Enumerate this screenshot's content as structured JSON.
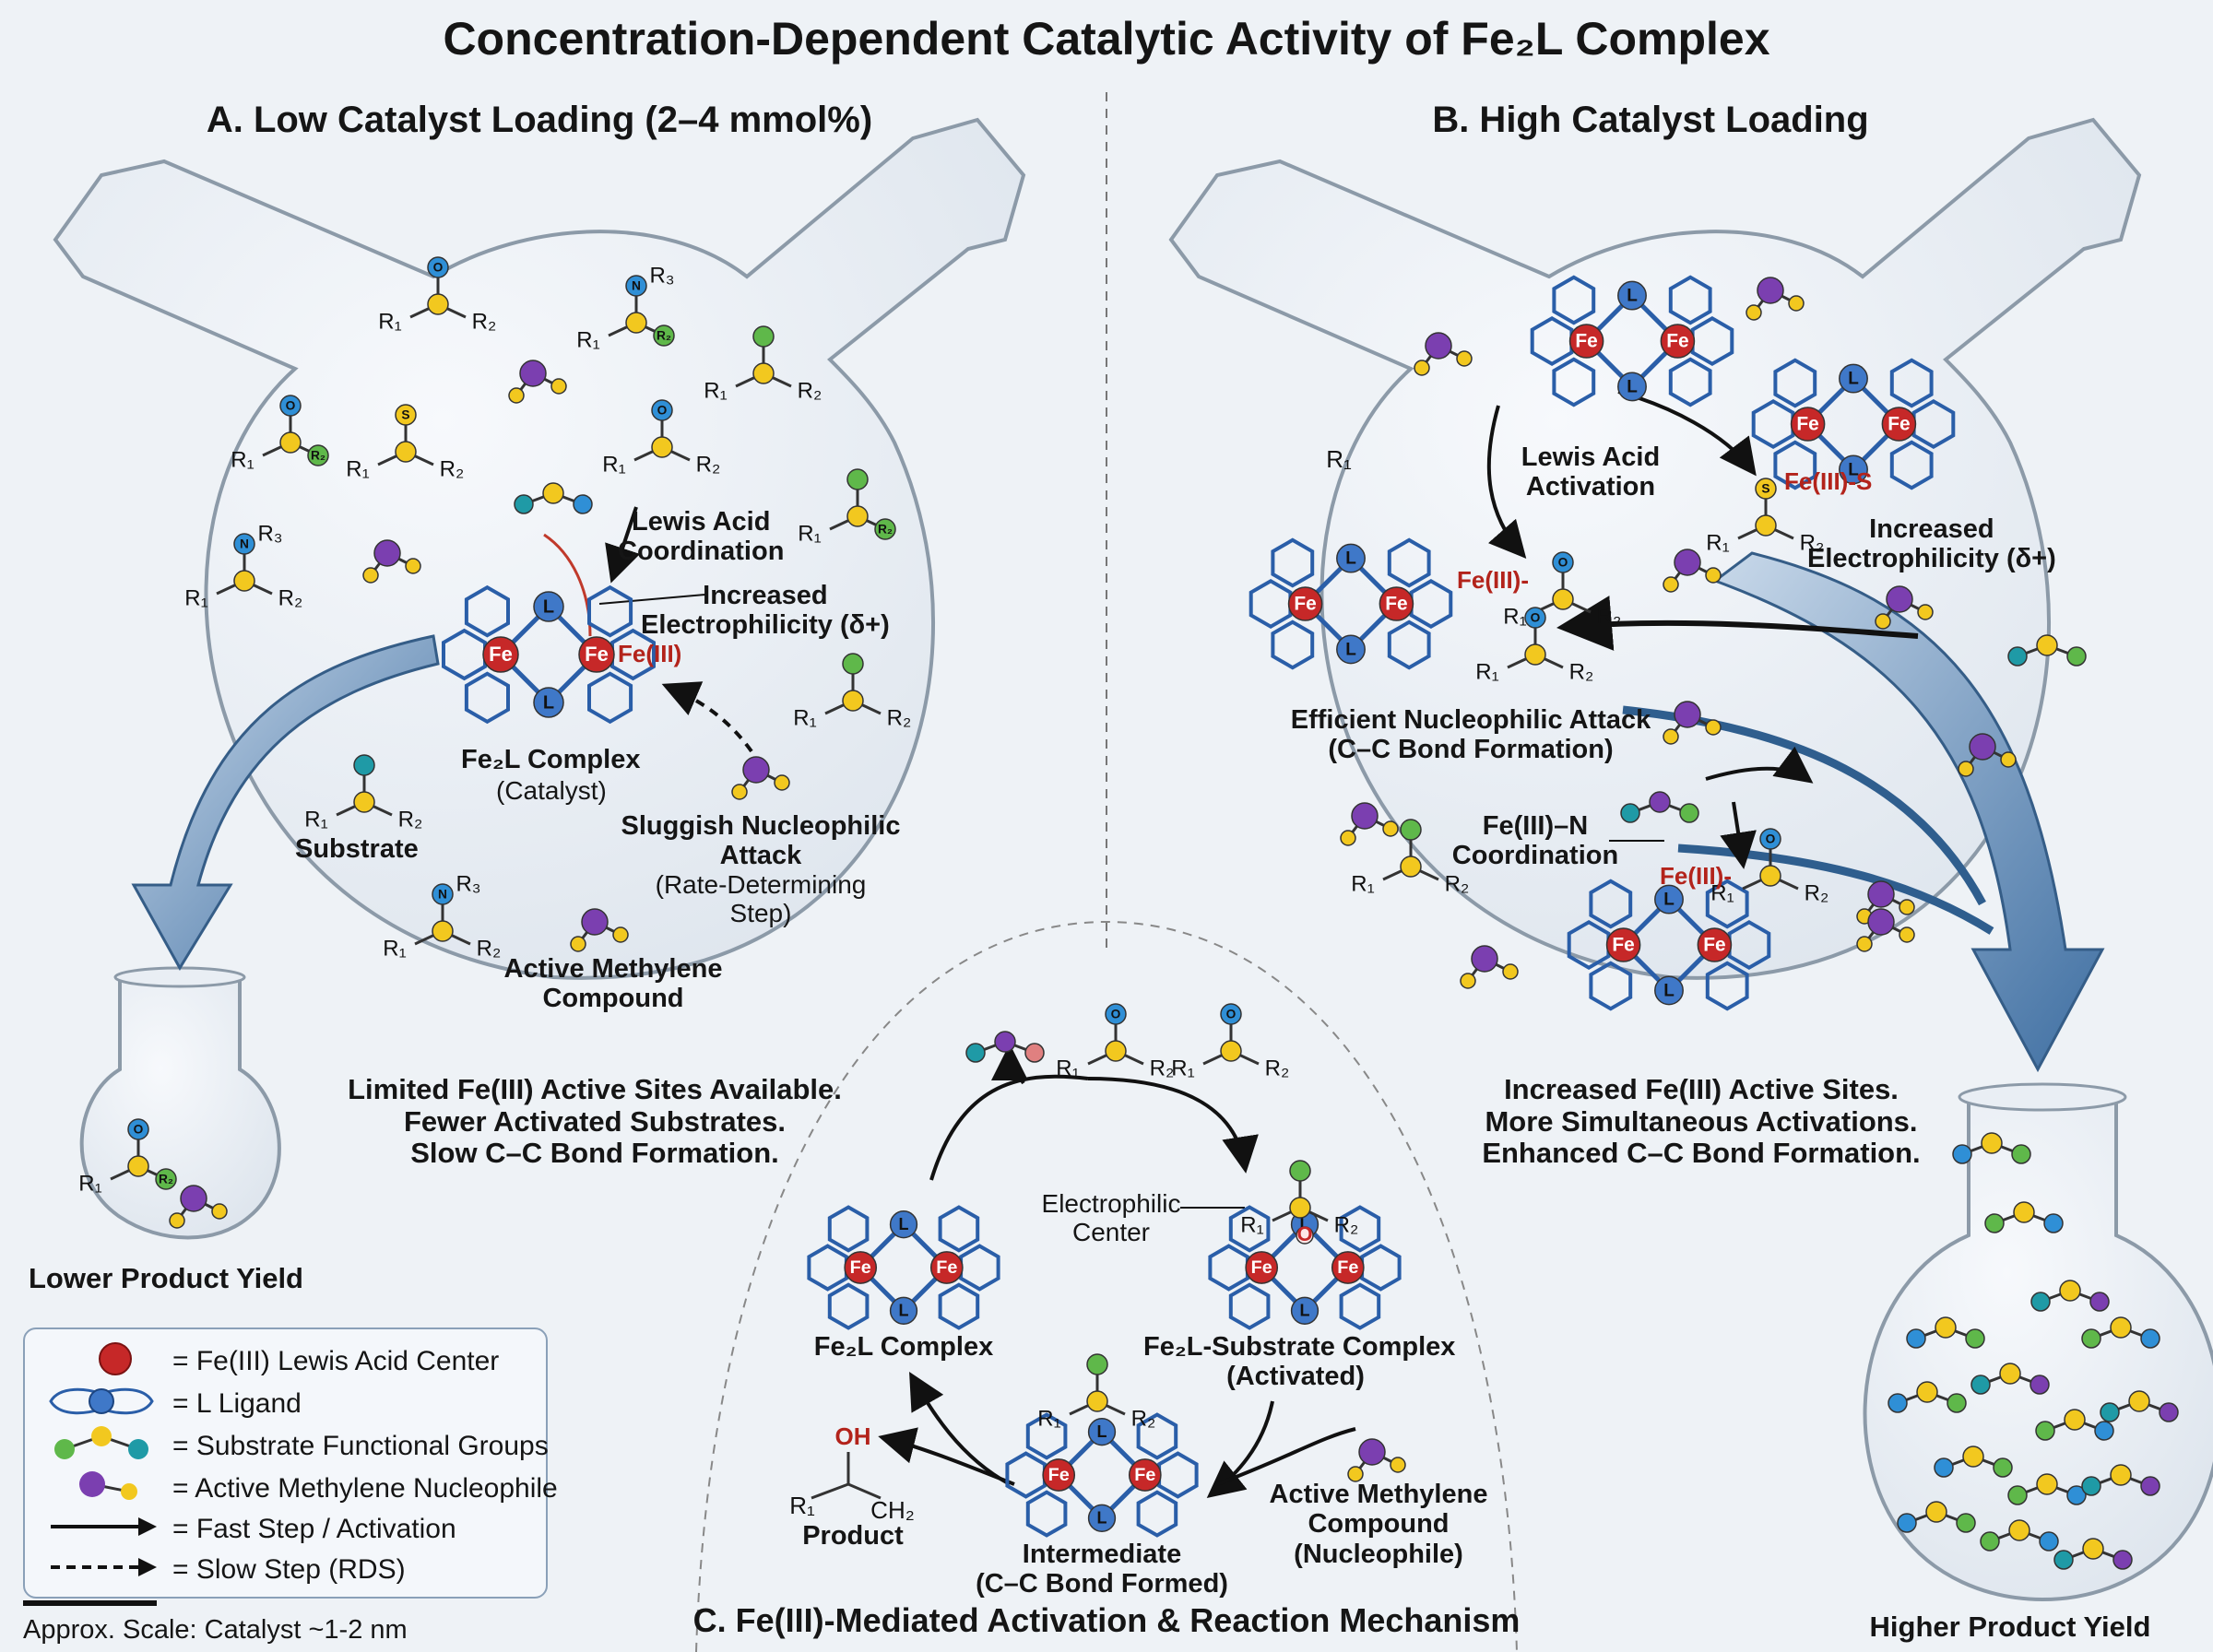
{
  "title": "Concentration-Dependent Catalytic Activity of Fe₂L Complex",
  "panel_a": {
    "heading": "A. Low Catalyst Loading (2–4 mmol%)",
    "lewis_acid_coordination": "Lewis Acid\nCoordination",
    "increased_electrophilicity": "Increased\nElectrophilicity (δ+)",
    "fe_iii_tag": "Fe(III)",
    "complex_name": "Fe₂L Complex",
    "complex_role": "(Catalyst)",
    "substrate": "Substrate",
    "sluggish_attack": "Sluggish Nucleophilic\nAttack",
    "rate_determining": "(Rate-Determining\nStep)",
    "active_methylene": "Active Methylene\nCompound",
    "summary": "Limited Fe(III) Active Sites Available.\nFewer Activated Substrates.\nSlow C–C Bond Formation.",
    "yield": "Lower Product Yield"
  },
  "panel_b": {
    "heading": "B. High Catalyst Loading",
    "lewis_acid_activation": "Lewis Acid\nActivation",
    "fe_iii_s": "Fe(III)-S",
    "increased_electrophilicity": "Increased\nElectrophilicity (δ+)",
    "fe_iii_o": "Fe(III)-",
    "efficient_attack": "Efficient Nucleophilic Attack\n(C–C Bond Formation)",
    "fe_iii_n_coord": "Fe(III)–N\nCoordination",
    "fe_iii_n": "Fe(III)-",
    "summary": "Increased Fe(III) Active Sites.\nMore Simultaneous Activations.\nEnhanced C–C Bond Formation.",
    "yield": "Higher Product Yield"
  },
  "panel_c": {
    "heading": "C. Fe(III)-Mediated Activation & Reaction Mechanism",
    "electrophilic_center": "Electrophilic\nCenter",
    "complex": "Fe₂L Complex",
    "substrate_complex": "Fe₂L-Substrate Complex\n(Activated)",
    "intermediate": "Intermediate\n(C–C Bond Formed)",
    "nucleophile": "Active Methylene\nCompound\n(Nucleophile)",
    "product": "Product",
    "oh": "OH",
    "ch2": "CH₂"
  },
  "atoms": {
    "fe": "Fe",
    "l": "L",
    "o": "O",
    "n": "N",
    "s": "S",
    "r1": "R₁",
    "r2": "R₂",
    "r3": "R₃"
  },
  "legend": {
    "fe_center": "= Fe(III) Lewis Acid Center",
    "ligand": "= L Ligand",
    "substrate_groups": "= Substrate Functional Groups",
    "nucleophile": "= Active Methylene Nucleophile",
    "fast_step": "= Fast Step / Activation",
    "slow_step": "= Slow Step (RDS)"
  },
  "scale": "Approx. Scale: Catalyst ~1-2 nm",
  "colors": {
    "fe": "#c62828",
    "ligand": "#2a5ea8",
    "ligand_fill": "#3f78c8",
    "yellow": "#f2c81f",
    "green": "#5fb84a",
    "teal": "#1f9aa6",
    "purple": "#7b3fb0",
    "blue_atom": "#2f8fd6",
    "red_text": "#b3231b",
    "flask_fill": "#e4ebf2",
    "flask_stroke": "#8c9aa8",
    "arrow_fill": "#7fa3c8"
  }
}
